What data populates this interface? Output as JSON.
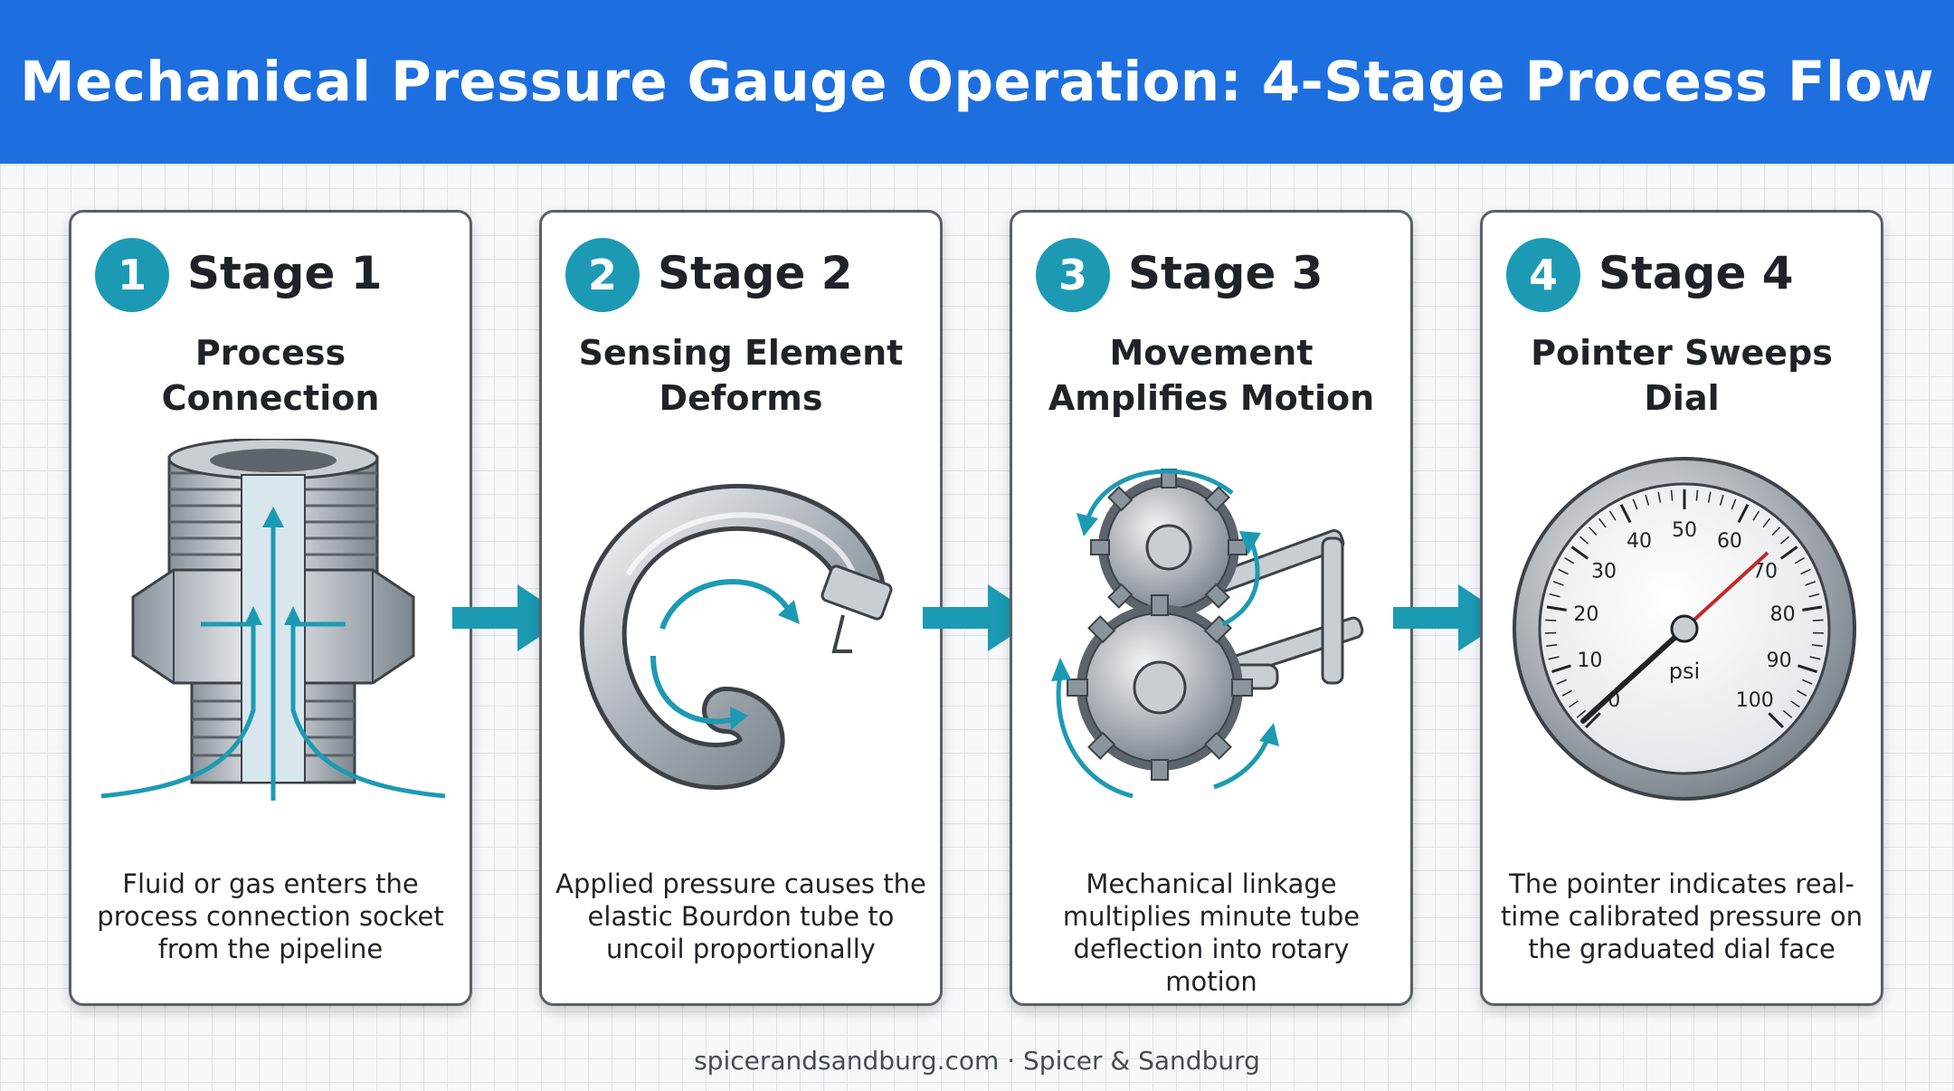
{
  "title": "Mechanical Pressure Gauge Operation: 4-Stage Process Flow",
  "stages": [
    {
      "number": "1",
      "label": "Stage 1",
      "title": "Process Connection",
      "description": "Fluid or gas enters the process connection socket from the pipeline",
      "icon": "threaded-socket-icon"
    },
    {
      "number": "2",
      "label": "Stage 2",
      "title": "Sensing Element Deforms",
      "description": "Applied pressure causes the elastic Bourdon tube to uncoil proportionally",
      "icon": "bourdon-tube-icon"
    },
    {
      "number": "3",
      "label": "Stage 3",
      "title": "Movement Amplifies Motion",
      "description": "Mechanical linkage multiplies minute tube deflection into rotary motion",
      "icon": "gear-linkage-icon"
    },
    {
      "number": "4",
      "label": "Stage 4",
      "title": "Pointer Sweeps Dial",
      "description": "The pointer indicates real-time calibrated pressure on the graduated dial face",
      "icon": "pressure-dial-icon"
    }
  ],
  "dial": {
    "unit": "psi",
    "ticks": [
      "0",
      "10",
      "20",
      "30",
      "40",
      "50",
      "60",
      "70",
      "80",
      "90",
      "100"
    ]
  },
  "footer": "spicerandsandburg.com · Spicer & Sandburg",
  "colors": {
    "banner": "#1d6fe0",
    "accent": "#1c9ab4",
    "card_border": "#5a6068",
    "needle": "#c62828"
  }
}
